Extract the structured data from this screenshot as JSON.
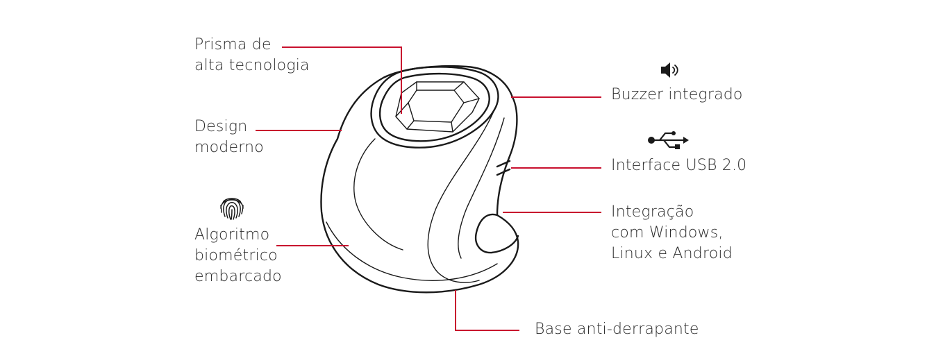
{
  "features": {
    "prism": {
      "lines": [
        "Prisma de",
        "alta tecnologia"
      ]
    },
    "design": {
      "lines": [
        "Design",
        "moderno"
      ]
    },
    "algorithm": {
      "lines": [
        "Algoritmo",
        "biométrico",
        "embarcado"
      ],
      "icon": "fingerprint-icon"
    },
    "buzzer": {
      "lines": [
        "Buzzer integrado"
      ],
      "icon": "speaker-icon"
    },
    "usb": {
      "lines": [
        "Interface USB 2.0"
      ],
      "icon": "usb-icon"
    },
    "integration": {
      "lines": [
        "Integração",
        "com Windows,",
        "Linux e Android"
      ]
    },
    "base": {
      "lines": [
        "Base anti-derrapante"
      ]
    }
  },
  "colors": {
    "callout": "#c8102e",
    "text": "#2b2b2b",
    "outline": "#1a1a1a"
  }
}
